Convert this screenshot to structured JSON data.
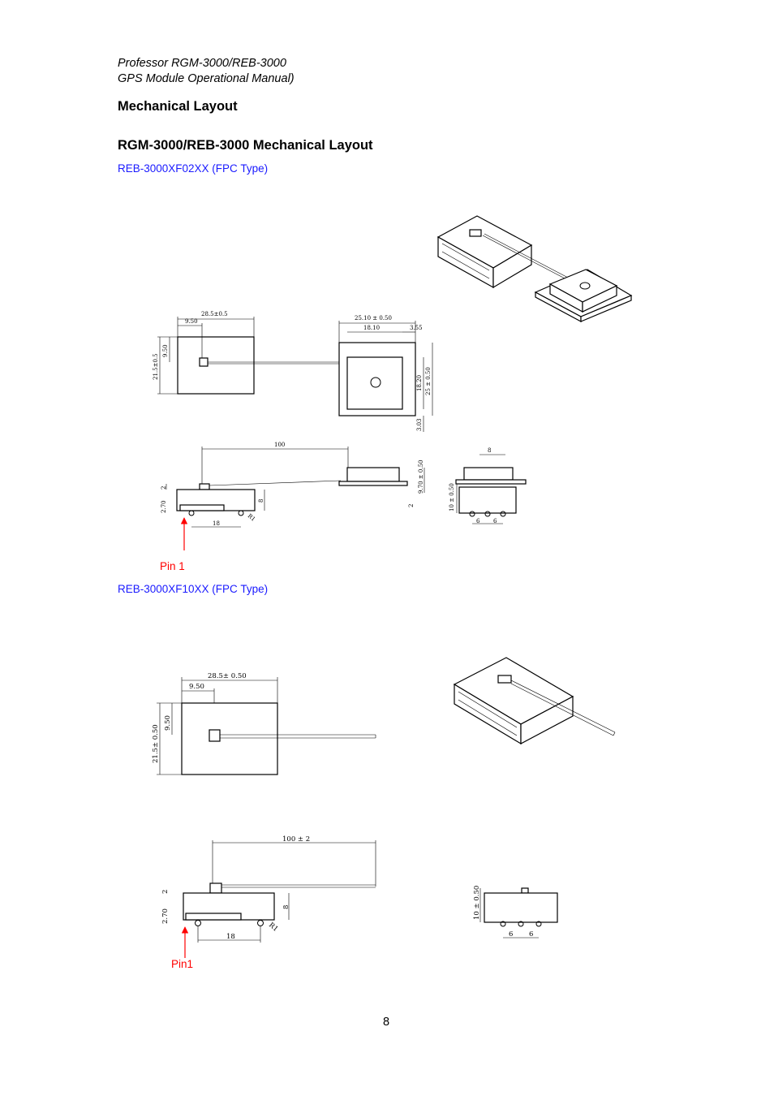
{
  "header": {
    "line1": "Professor RGM-3000/REB-3000",
    "line2": "GPS Module Operational Manual)"
  },
  "section_title": "Mechanical Layout",
  "subsection_title": "RGM-3000/REB-3000 Mechanical Layout",
  "figure1": {
    "caption": "REB-3000XF02XX (FPC Type)",
    "pin_label": "Pin 1",
    "dims": {
      "width": "28.5±0.5",
      "offset_x": "9.50",
      "height": "21.5±0.5",
      "offset_y": "9.50",
      "antenna_outer": "25.10 ± 0.50",
      "antenna_inner": "18.10",
      "antenna_gap": "3.55",
      "antenna_h_inner": "18.20",
      "antenna_h_outer": "25 ± 0.50",
      "antenna_bottom": "3.03",
      "cable_len": "100",
      "side_top": "2",
      "side_bottom": "2.70",
      "side_h": "8",
      "side_len": "18",
      "radius": "R1",
      "ant_h": "9.70 ± 0.50",
      "ant_base": "2",
      "end_h": "10 ± 0.50",
      "pitch1": "6",
      "pitch2": "6",
      "end_w": "8"
    }
  },
  "figure2": {
    "caption": "REB-3000XF10XX (FPC Type)",
    "pin_label": "Pin1",
    "dims": {
      "width": "28.5± 0.50",
      "offset_x": "9.50",
      "height": "21.5± 0.50",
      "offset_y": "9.50",
      "cable_len": "100 ± 2",
      "side_top": "2",
      "side_bottom": "2.70",
      "side_h": "8",
      "side_len": "18",
      "radius": "R1",
      "end_h": "10 ± 0.50",
      "pitch1": "6",
      "pitch2": "6"
    }
  },
  "page_number": "8",
  "colors": {
    "caption": "#1a1aff",
    "pin": "#ff0000"
  }
}
